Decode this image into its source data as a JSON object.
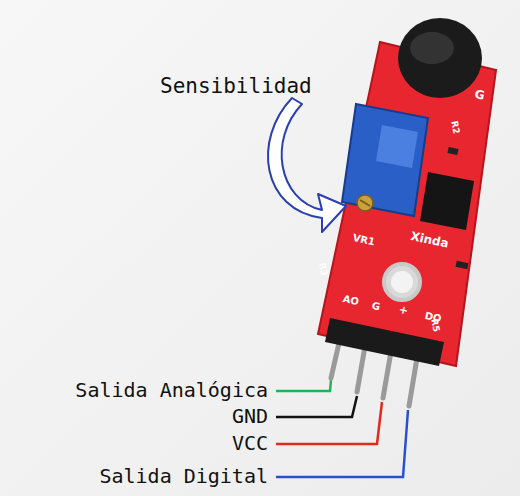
{
  "diagram": {
    "labels": [
      "Sensibilidad",
      "Salida Analógica",
      "GND",
      "VCC",
      "Salida Digital",
      "Xinda",
      "VR1",
      "AO",
      "G",
      "+",
      "DO",
      "R2",
      "R3",
      "R5",
      "G"
    ]
  }
}
